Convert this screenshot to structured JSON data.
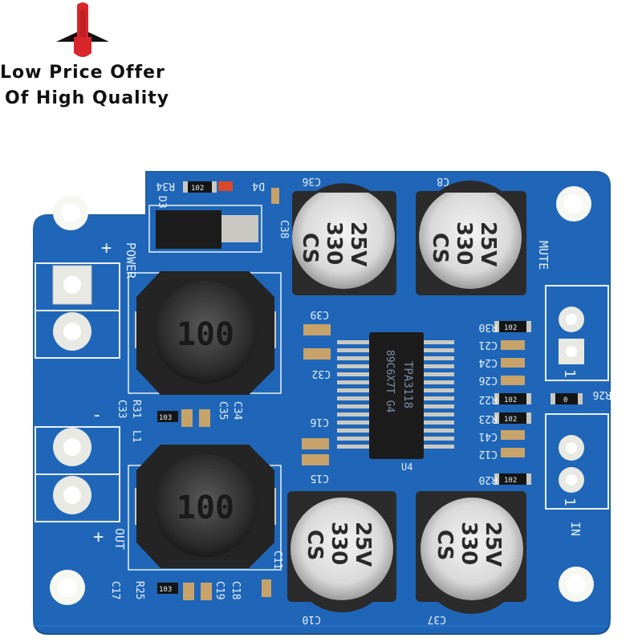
{
  "brand": {
    "line1": "Low Price Offer",
    "line2": "Of High Quality",
    "logo_icon": "red-bishop-logo",
    "logo_color": "#d9262b"
  },
  "board": {
    "pcb_color": "#1f66b8",
    "silk": {
      "power": "POWER",
      "mute": "MUTE",
      "out": "OUT",
      "in": "IN",
      "plus_top": "+",
      "minus_mid": "-",
      "plus_bottom": "+",
      "pin1_top": "1",
      "pin1_bottom": "1",
      "ic_part": "89C6X7T G4",
      "ic_name": "TPA3118",
      "ic_ref": "U4",
      "refs": {
        "r34": "R34",
        "d4": "D4",
        "d3": "D3",
        "c36": "C36",
        "c8": "C8",
        "c38": "C38",
        "c39": "C39",
        "c32": "C32",
        "r30": "R30",
        "c21": "C21",
        "c24": "C24",
        "c26": "C26",
        "r22": "R22",
        "r26": "R26",
        "r23": "R23",
        "c41": "C41",
        "c12": "C12",
        "r20": "R20",
        "c16": "C16",
        "c15": "C15",
        "c33": "C33",
        "r31": "R31",
        "c34": "C34",
        "c35": "C35",
        "c11": "C11",
        "c17": "C17",
        "r25": "R25",
        "c19": "C19",
        "c18": "C18",
        "c10": "C10",
        "c37": "C37",
        "l1": "L1"
      }
    },
    "capacitor": {
      "l1": "CS",
      "l2": "330",
      "l3": "25V"
    },
    "inductor_label": "100",
    "smd_codes": {
      "r30": "102",
      "r22": "102",
      "r23": "102",
      "r20": "102",
      "r26": "0",
      "r34": "102",
      "r31": "103",
      "r25": "103"
    }
  }
}
